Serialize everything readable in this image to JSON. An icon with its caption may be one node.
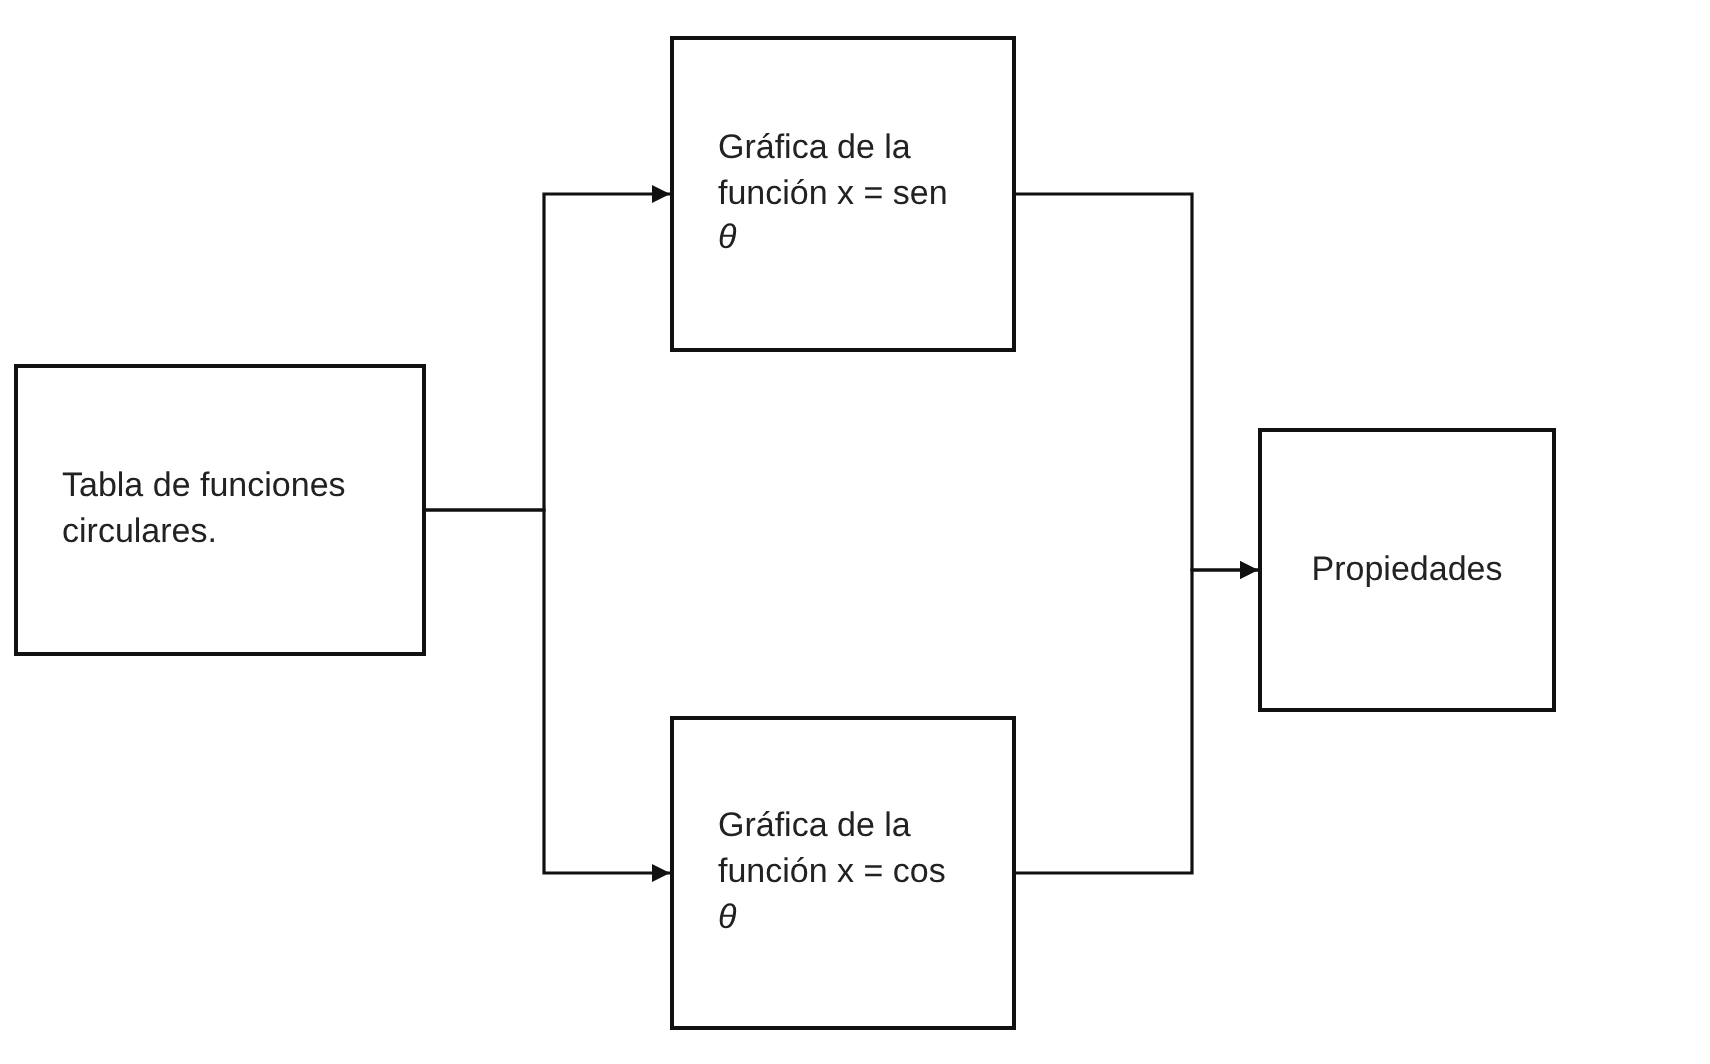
{
  "diagram": {
    "nodes": [
      {
        "text": [
          "Tabla de funciones circulares."
        ]
      },
      {
        "text": [
          "Gráfica de la función x = sen *θ*"
        ]
      },
      {
        "text": [
          "Gráfica de la función x = cos *θ*"
        ]
      },
      {
        "text": [
          "Propiedades"
        ]
      }
    ],
    "edges": [
      {
        "from": 0,
        "to": 1,
        "arrow": "to"
      },
      {
        "from": 0,
        "to": 2,
        "arrow": "to"
      },
      {
        "from": 1,
        "to": 3,
        "arrow": "to"
      },
      {
        "from": 2,
        "to": 3,
        "arrow": "to"
      }
    ]
  }
}
